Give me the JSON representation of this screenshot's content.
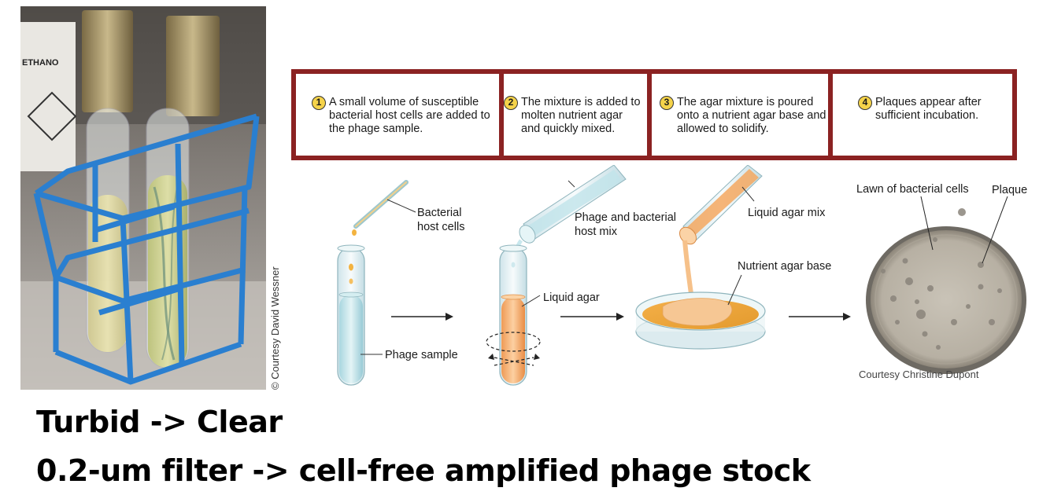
{
  "photo_credit": "© Courtesy David Wessner",
  "steps": [
    {
      "num": "1",
      "text": "A small volume of susceptible bacterial host cells are added to the phage sample."
    },
    {
      "num": "2",
      "text": "The mixture is added to molten nutrient agar and quickly mixed."
    },
    {
      "num": "3",
      "text": "The agar mixture is poured onto a nutrient agar base and allowed to solidify."
    },
    {
      "num": "4",
      "text": "Plaques appear after sufficient incubation."
    }
  ],
  "labels": {
    "bacterial_host_cells": "Bacterial host cells",
    "phage_sample": "Phage sample",
    "phage_and_host_mix": "Phage and bacterial host mix",
    "liquid_agar": "Liquid agar",
    "liquid_agar_mix": "Liquid agar mix",
    "nutrient_agar_base": "Nutrient agar base",
    "lawn": "Lawn of bacterial cells",
    "plaque": "Plaque",
    "dish_credit": "Courtesy Christine Dupont"
  },
  "bottom_lines": [
    "Turbid -> Clear",
    "0.2-um filter -> cell-free amplified phage stock"
  ],
  "colors": {
    "box_border": "#8b2222",
    "number_badge": "#f5d34a",
    "agar_orange": "#f0a060",
    "phage_blue": "#bfe3ea",
    "rack_blue": "#2a7fd0"
  }
}
